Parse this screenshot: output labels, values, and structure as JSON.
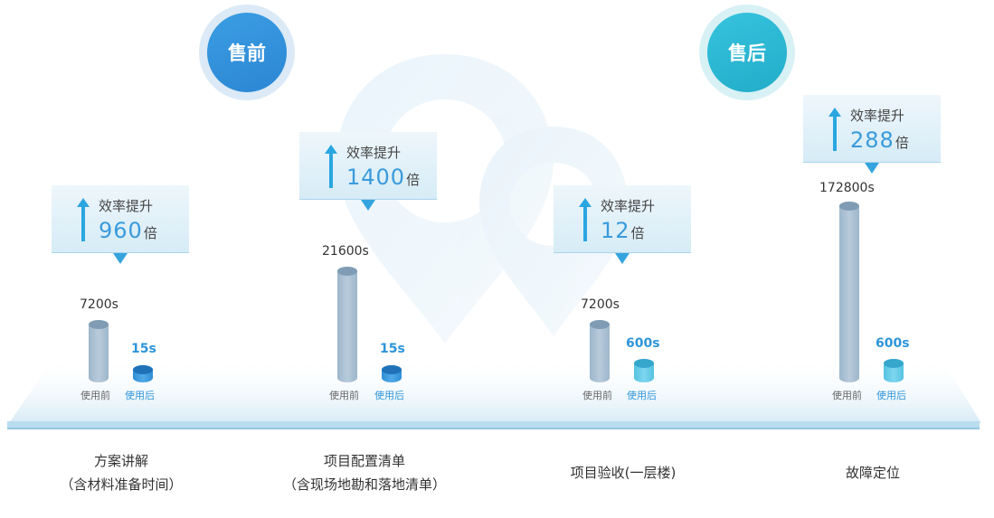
{
  "phases": {
    "pre": "售前",
    "post": "售后"
  },
  "labels": {
    "efficiency": "效率提升",
    "times_unit": "倍",
    "before": "使用前",
    "after": "使用后"
  },
  "colors": {
    "pre_phase": "#2b86d3",
    "post_phase": "#22acc9",
    "before_bar": "#a7bfd2",
    "after_bar_blue": "#3596dc",
    "after_bar_cyan": "#5fc8e6",
    "accent_text": "#2e95d9"
  },
  "chart_data": {
    "type": "bar",
    "categories": [
      "方案讲解 (含材料准备时间)",
      "项目配置清单 (含现场地勘和落地清单)",
      "项目验收(一层楼)",
      "故障定位"
    ],
    "series": [
      {
        "name": "使用前",
        "values": [
          7200,
          21600,
          7200,
          172800
        ]
      },
      {
        "name": "使用后",
        "values": [
          15,
          15,
          600,
          600
        ]
      }
    ],
    "efficiency_multiplier": [
      960,
      1400,
      12,
      288
    ],
    "ylabel": "",
    "unit": "s"
  },
  "groups": [
    {
      "phase": "pre",
      "cat_line1": "方案讲解",
      "cat_line2": "（含材料准备时间）",
      "before_label": "7200s",
      "after_label": "15s",
      "efficiency": "960",
      "after_color": "blue"
    },
    {
      "phase": "pre",
      "cat_line1": "项目配置清单",
      "cat_line2": "（含现场地勘和落地清单）",
      "before_label": "21600s",
      "after_label": "15s",
      "efficiency": "1400",
      "after_color": "blue"
    },
    {
      "phase": "post",
      "cat_line1": "项目验收(一层楼)",
      "cat_line2": "",
      "before_label": "7200s",
      "after_label": "600s",
      "efficiency": "12",
      "after_color": "cyan"
    },
    {
      "phase": "post",
      "cat_line1": "故障定位",
      "cat_line2": "",
      "before_label": "172800s",
      "after_label": "600s",
      "efficiency": "288",
      "after_color": "cyan"
    }
  ]
}
